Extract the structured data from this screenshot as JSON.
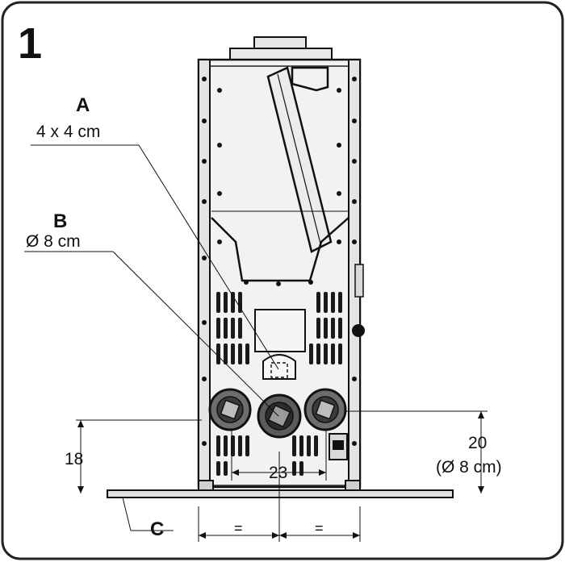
{
  "figure_number": "1",
  "callouts": {
    "a": {
      "letter": "A",
      "size": "4 x 4 cm"
    },
    "b": {
      "letter": "B",
      "size": "Ø 8 cm"
    },
    "c": {
      "letter": "C"
    }
  },
  "dimensions": {
    "left_height": "18",
    "center_width": "23",
    "right_height": "20",
    "right_diameter": "(Ø 8 cm)",
    "equal_left": "=",
    "equal_right": "="
  }
}
